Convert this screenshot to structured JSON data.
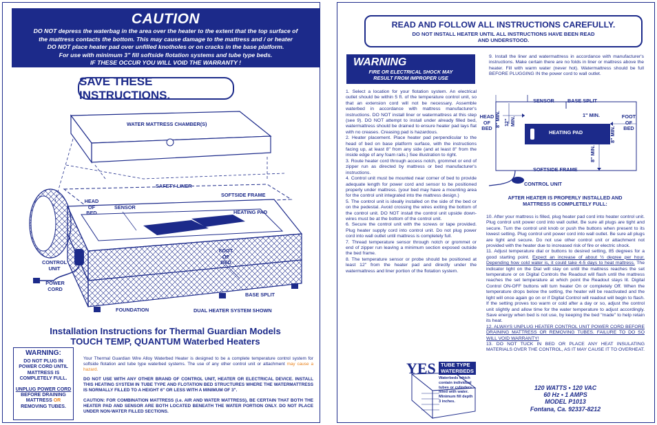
{
  "caution": {
    "title": "CAUTION",
    "lines": [
      "DO NOT depress the waterbag in the area over the heater to the extent that the top surface of",
      "the mattress contacts the bottom. This may cause damage to the mattress and / or heater",
      "DO NOT place heater pad over unfilled knotholes or on cracks in the base platform.",
      "For use with minimum 3\" fill softside flotation systems and tube type beds.",
      "IF THESE OCCUR YOU WILL VOID THE WARRANTY !"
    ]
  },
  "save_instructions": "SAVE THESE INSTRUCTIONS.",
  "diagram_left": {
    "water_mattress_chamber": "WATER MATTRESS CHAMBER(S)",
    "safety_liner": "SAFETY LINER",
    "softside_frame": "SOFTSIDE FRAME",
    "head_of_bed": [
      "HEAD",
      "OF",
      "BED"
    ],
    "sensor": "SENSOR",
    "heating_pad": "HEATING PAD",
    "foot_of_bed": [
      "FOOT",
      "OF",
      "BED"
    ],
    "control_unit": [
      "CONTROL",
      "UNIT"
    ],
    "power_cord": [
      "POWER",
      "CORD"
    ],
    "base_split": "BASE SPLIT",
    "foundation": "FOUNDATION",
    "dual_heater": "DUAL HEATER SYSTEM SHOWN"
  },
  "install_title": {
    "line1": "Installation Instructions for Thermal Guardian Models",
    "line2": "TOUCH TEMP, QUANTUM  Waterbed Heaters"
  },
  "warning_small": {
    "title": "WARNING:",
    "line1": "DO NOT PLUG IN",
    "line2": "POWER CORD UNTIL",
    "line3": "MATTRESS IS",
    "line4": "COMPLETELY FULL.",
    "line5": "UNPLUG POWER CORD",
    "line6": "BEFORE DRAINING",
    "line7a": "MATTRESS ",
    "line7b": "OR",
    "line8": "REMOVING TUBES."
  },
  "bottom_text": {
    "para1a": "Your Thermal Guardian Wire Alloy Waterbed Heater is designed to be a complete temperature control system for softside flotation and tube type waterbed systems. The use of any other control unit or attachment ",
    "para1b": "may cause a hazard.",
    "para2": "DO NOT USE WITH ANY OTHER BRAND OF CONTROL UNIT, HEATER OR ELECTRICAL DEVICE. INSTALL THIS HEATING SYSTEM IN TUBE TYPE AND FLOTATION BED STRUCTURES WHERE THE WATERMATTRESS IS NORMALLY FILLED TO A HEIGHT 6\" OR LESS WITH A MINIMUM OF 3\".",
    "para3": "CAUTION: FOR COMBINATION MATTRESS (i.e. AIR AND WATER MATTRESS), BE CERTAIN THAT BOTH THE HEATER PAD AND SENSOR ARE BOTH LOCATED BENEATH THE WATER PORTION ONLY. DO NOT PLACE UNDER NON-WATER FILLED SECTIONS."
  },
  "read_box": {
    "title": "READ AND FOLLOW ALL INSTRUCTIONS CAREFULLY.",
    "sub1": "DO NOT INSTALL HEATER UNTIL ALL INSTRUCTIONS HAVE BEEN READ",
    "sub2": "AND UNDERSTOOD."
  },
  "warning_box": {
    "title": "WARNING",
    "sub1": "FIRE OR ELECTRICAL SHOCK MAY",
    "sub2": "RESULT FROM IMPROPER USE"
  },
  "steps_mid": [
    "1.  Select a location for your flotation system. An electrical outlet should be within 5 ft. of the temperature control unit, so that an extension cord will not be necessary. Assemble waterbed in accordance with mattress manufacturer's instructions. DO NOT install liner or watermattress at this step (see 9).  DO NOT attempt to install under already filled bed, watermattress should be drained to ensure heater pad lays flat with no creases. Creasing pad is hazardous.",
    "2.  Heater placement. Place heater pad perpendicular to the head of bed on base platform surface, with the instructions facing up, at least 8\" from any side (and at least 8\" from the inside edge of any foam rails.) See illustration to right.",
    "3.  Route heater cord through access notch, grommet or end of zipper run as directed by mattress or bed manufacturer's instructions.",
    "4.  Control unit must be mounted near corner of bed to provide adequate length for power cord and sensor to be positioned properly under mattress. (your bed may have a mounting area for the control unit integrated into the mattress design.)",
    "5.  The control unit is ideally installed on the side of the bed or on the pedestal. Avoid crossing the wires exiting the bottom of the control unit. DO NOT install the control unit upside down-wires must be at the bottom of the control unit.",
    "6.  Secure the control unit with the screws or tape provided. Plug heater supply cord into control unit. Do not plug power cord into wall outlet until mattress is completely full.",
    "7.  Thread temperature sensor through notch or grommet or end of zipper run leaving a minimum section exposed outside the bed frame.",
    "8.  The temperature sensor or probe should be positioned at least 12\" from the heater pad and directly under the watermattress and liner portion of the flotation system."
  ],
  "step9": "9.  Install the liner and watermattress in accordance with manufacturer's instructions. Make certain there are no folds in liner or mattress above the heater. Fill with warm water (never hot).   Watermattress should be full BEFORE PLUGGING IN the power cord to wall outlet.",
  "diagram_right": {
    "head": [
      "HEAD",
      "OF",
      "BED"
    ],
    "foot": [
      "FOOT",
      "OF",
      "BED"
    ],
    "sensor": "SENSOR",
    "base_split": "BASE SPLIT",
    "min8_left": "8\" MIN.",
    "min12": "12\" MIN.",
    "min1": "1\" MIN.",
    "heating_pad": "HEATING PAD",
    "min8_right": "8\" MIN.",
    "min8_bottom": "8\" MIN.",
    "softside_frame": "SOFTSIDE FRAME",
    "control_unit": "CONTROL UNIT"
  },
  "after_text": {
    "line1": "AFTER HEATER IS PROPERLY INSTALLED AND",
    "line2": "MATTRESS IS COMPLETELY FULL:"
  },
  "step10": "10.  After your mattress is filled, plug heater pad cord into heater control unit. Plug control unit power cord into wall outlet. Be sure all plugs are tight and secure. Turn the control unit knob or push the buttons when present to its lowest setting.  Plug control unit power cord into wall outlet. Be sure all plugs are tight and secure. Do not use other control unit or attachment not provided with the heater due to increased risk of fire or electric shock.",
  "step11a": "11.  Adjust temperature dial or buttons to desired setting, 85 degrees for a good starting point. ",
  "step11u": "Expect an increase of about ½ degree per hour. Depending how cold water is, it could take 4-5 days to heat mattress.",
  "step11b": " The indicator light on the Dial will stay on until the mattress reaches the set temperature or on Digital Controls the Readout will flash until the mattress reaches the set temperature at which point the Readout stays lit. Digital Control ON-OFF buttons will turn heater On or completely Off. When the temperature drops below the setting, the heater will be reactivated and the light will once again go on or if Digital Control will readout will begin to flash. If the setting proves too warm or cold after a day or so, adjust the control unit slightly and allow time for the water temperature to adjust accordingly. Save energy when bed is not use, by keeping the bed \"made\" to help retain its heat.",
  "step12": "12.  ALWAYS UNPLUG HEATER CONTROL UNIT POWER CORD BEFORE DRAINING MATTRESS OR REMOVING TUBES. FAILURE TO DO SO WILL VOID WARRANTY!",
  "step13": "13.  DO NOT TUCK IN BED OR PLACE ANY HEAT INSULATING MATERIALS OVER THE CONTROL, AS IT MAY CAUSE IT TO OVERHEAT.",
  "yes_box": {
    "yes": "YES",
    "tt1": "TUBE TYPE",
    "tt2": "WATERBEDS",
    "desc1": "Waterbeds which",
    "desc2": "contain individual",
    "desc3": "tubes or cylinders",
    "desc4": "filled with water.",
    "desc5": "Minimum fill depth",
    "desc6": "3 inches."
  },
  "specs": {
    "line1": "120 WATTS  •  120  VAC",
    "line2": "60  Hz  •  1  AMPS",
    "line3": "MODEL P1013",
    "line4": "Fontana,   Ca.  92337-8212"
  }
}
